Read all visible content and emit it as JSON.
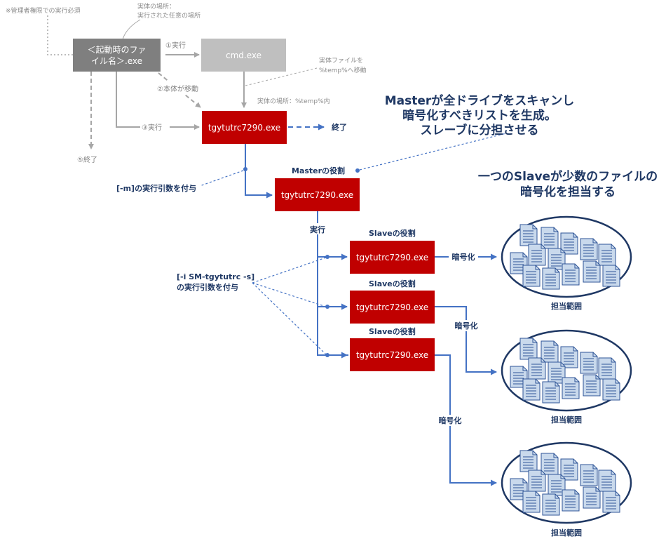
{
  "notes": {
    "admin_required": "※管理者権限での実行必須",
    "location_any_line1": "実体の場所：",
    "location_any_line2": "実行された任意の場所",
    "move_to_temp_line1": "実体ファイルを",
    "move_to_temp_line2": "%temp%へ移動",
    "location_temp": "実体の場所：%temp%内"
  },
  "boxes": {
    "start_exe_line1": "＜起動時のファ",
    "start_exe_line2": "イル名＞.exe",
    "cmd": "cmd.exe",
    "tgy_first": "tgytutrc7290.exe",
    "tgy_master": "tgytutrc7290.exe",
    "tgy_slave1": "tgytutrc7290.exe",
    "tgy_slave2": "tgytutrc7290.exe",
    "tgy_slave3": "tgytutrc7290.exe"
  },
  "steps": {
    "s1": "①実行",
    "s2": "②本体が移動",
    "s3": "③実行",
    "s5": "⑤終了",
    "end": "終了",
    "exec": "実行"
  },
  "roles": {
    "master": "Masterの役割",
    "slave1": "Slaveの役割",
    "slave2": "Slaveの役割",
    "slave3": "Slaveの役割"
  },
  "args": {
    "m_arg": "[-m]の実行引数を付与",
    "i_arg_line1": "[-i SM-tgytutrc -s]",
    "i_arg_line2": "の実行引数を付与"
  },
  "callouts": {
    "master_line1": "Masterが全ドライブをスキャンし",
    "master_line2": "暗号化すべきリストを生成。",
    "master_line3": "スレーブに分担させる",
    "slave_line1": "一つのSlaveが少数のファイルの",
    "slave_line2": "暗号化を担当する"
  },
  "encrypt_labels": [
    "暗号化",
    "暗号化",
    "暗号化"
  ],
  "scope_labels": [
    "担当範囲",
    "担当範囲",
    "担当範囲"
  ],
  "colors": {
    "gray_box": "#7f7f7f",
    "light_gray_box": "#bfbfbf",
    "red_box": "#c00000",
    "blue_line": "#4472c4",
    "dark_text": "#1f3864",
    "doc_fill": "#c9d9ec",
    "doc_stroke": "#2f5597"
  }
}
